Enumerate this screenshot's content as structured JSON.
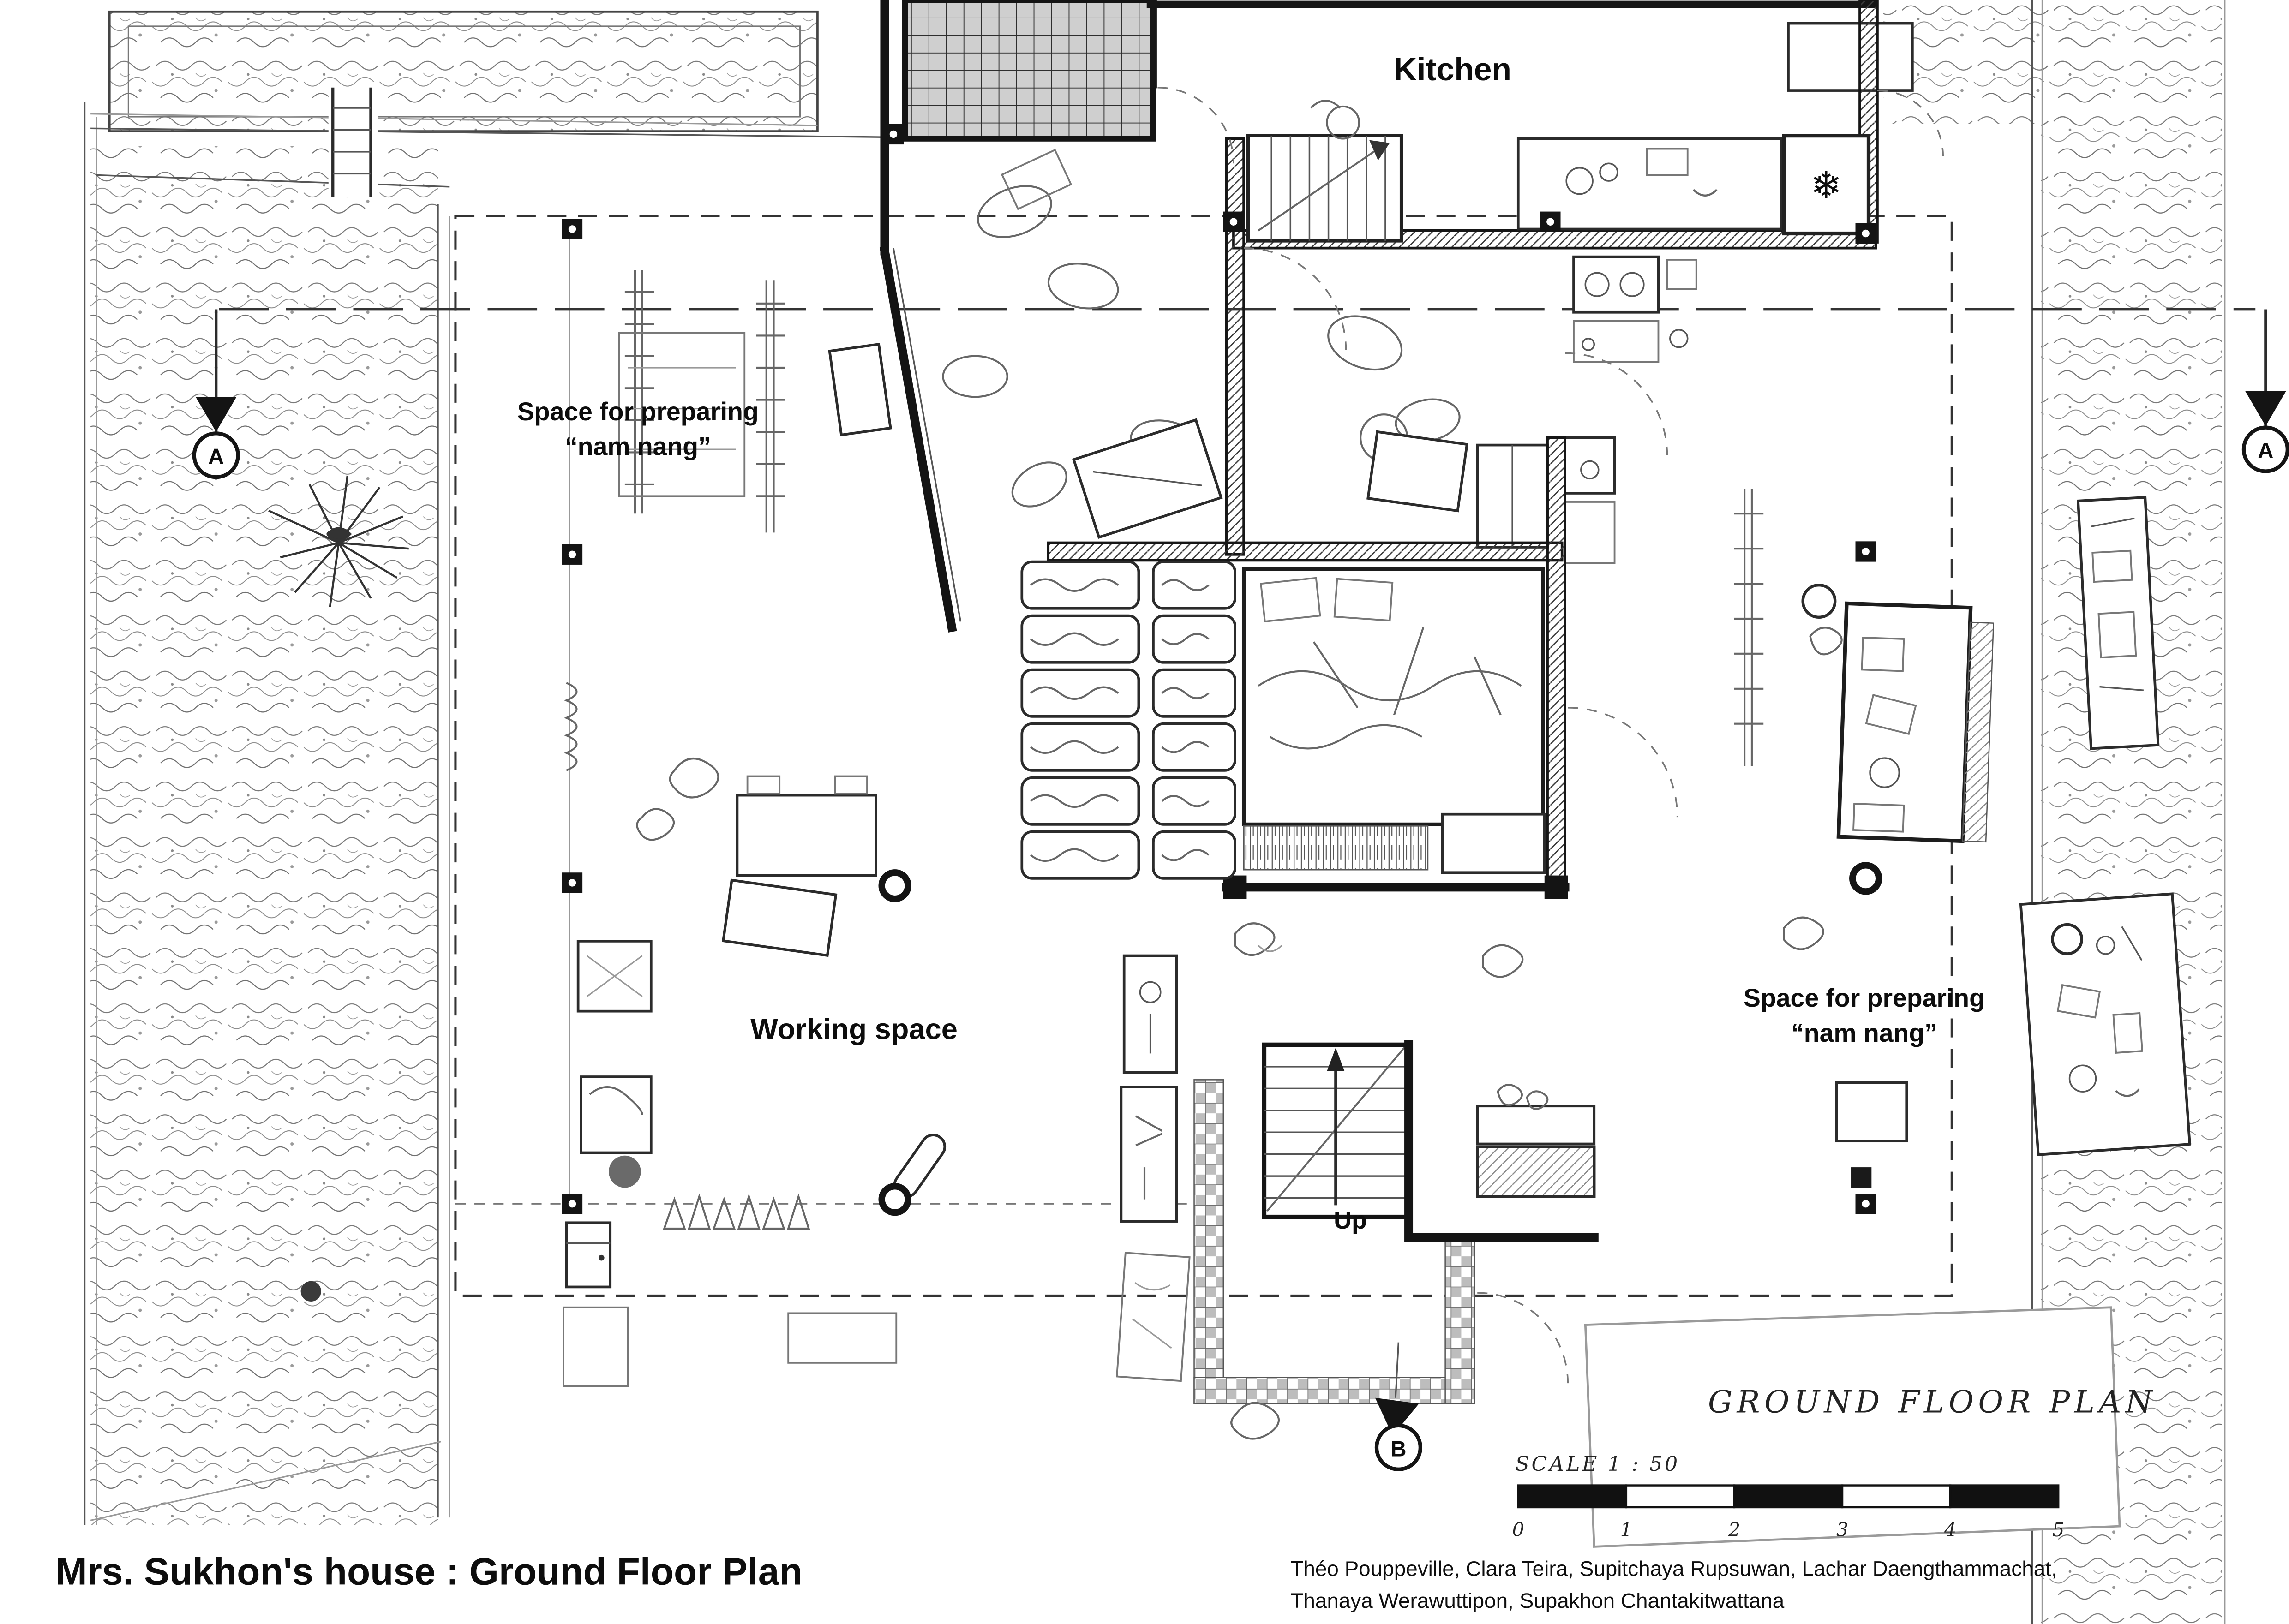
{
  "title": "Mrs. Sukhon's house : Ground Floor Plan",
  "labels": {
    "kitchen": "Kitchen",
    "prep_left_line1": "Space for preparing",
    "prep_left_line2": "“nam nang”",
    "working_space": "Working space",
    "prep_right_line1": "Space for preparing",
    "prep_right_line2": "“nam nang”",
    "up": "Up"
  },
  "section_markers": {
    "left": "A",
    "right": "A",
    "bottom": "B"
  },
  "title_block": {
    "plan_name": "GROUND FLOOR PLAN",
    "scale_label": "SCALE  1 : 50",
    "scale_ticks": [
      "0",
      "1",
      "2",
      "3",
      "4",
      "5"
    ]
  },
  "icons": {
    "fridge": "❄"
  },
  "credits": {
    "line1": "Théo Pouppeville, Clara Teira, Supitchaya Rupsuwan, Lachar Daengthammachat,",
    "line2": "Thanaya Werawuttipon, Supakhon Chantakitwattana"
  },
  "colors": {
    "ink": "#141414",
    "sketch": "#666666",
    "tile": "#cfcfcf"
  }
}
